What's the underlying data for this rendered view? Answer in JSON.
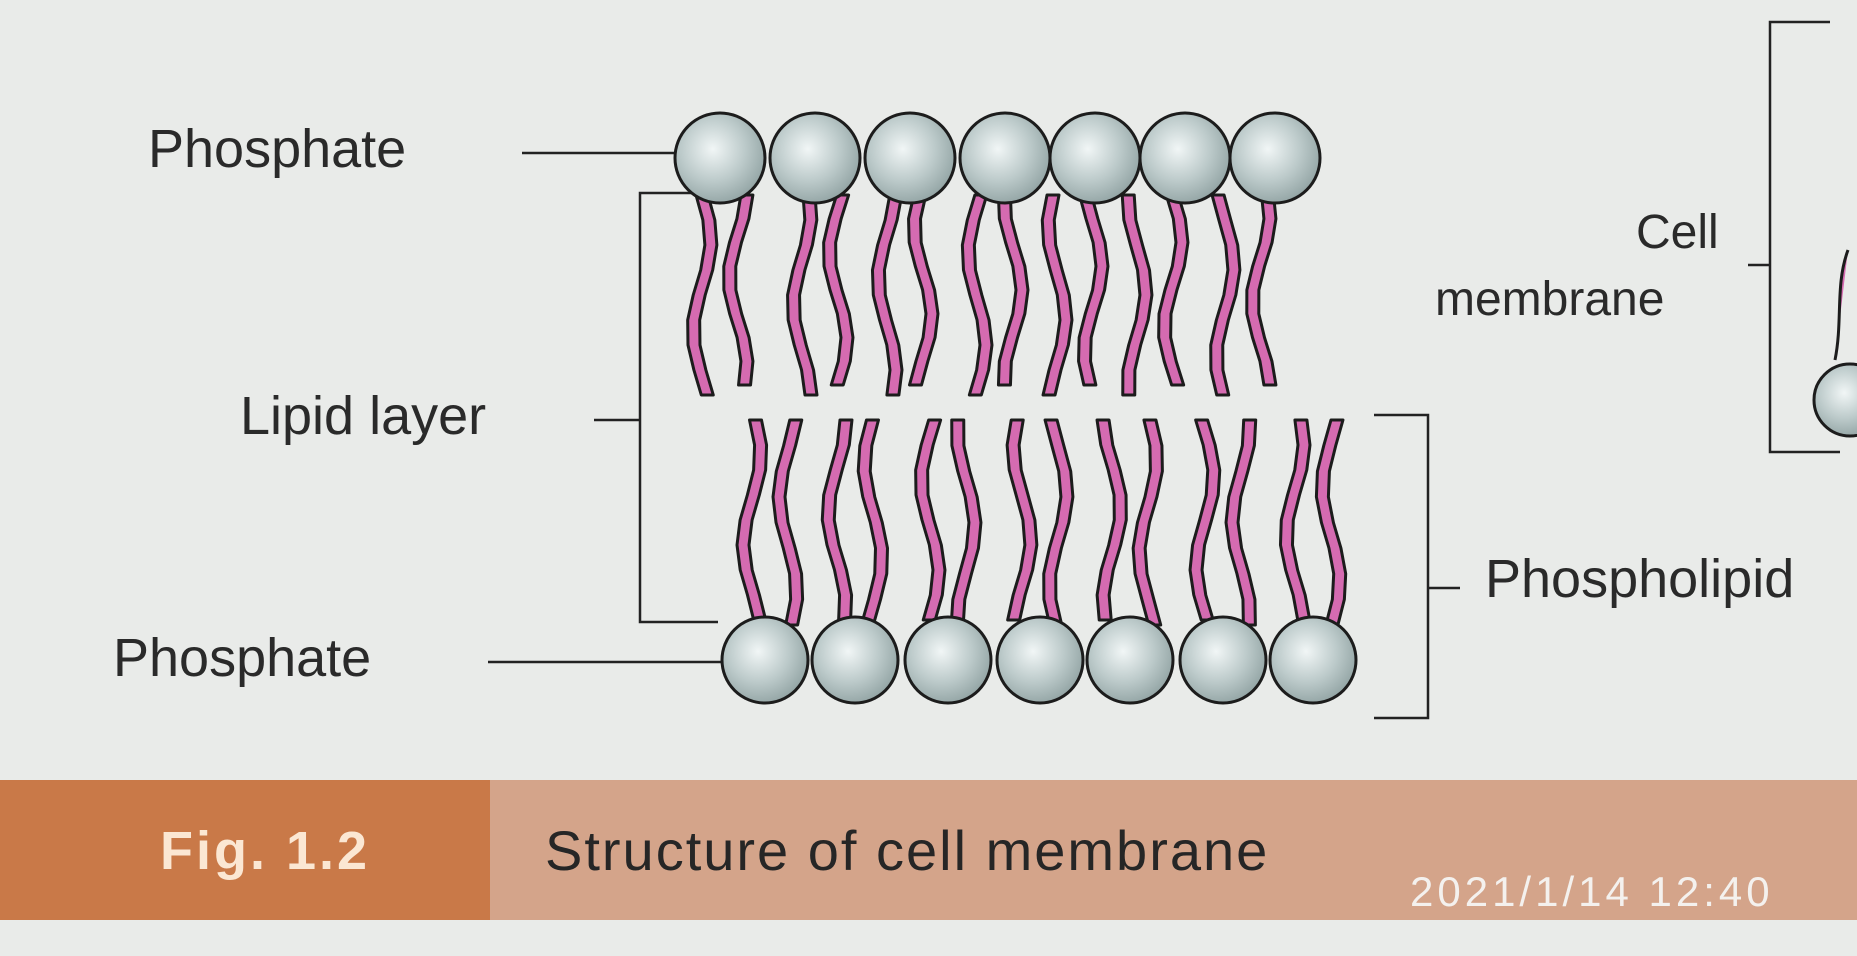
{
  "diagram": {
    "labels": {
      "phosphate_top": "Phosphate",
      "lipid_layer": "Lipid layer",
      "phosphate_bottom": "Phosphate",
      "cell_membrane_line1": "Cell",
      "cell_membrane_line2": "membrane",
      "phospholipid": "Phospholipid"
    },
    "colors": {
      "head_fill": "#b9c7c6",
      "tail_fill": "#d56bb1",
      "outline": "#1c1c1c",
      "caption_bar": "#d4a48a",
      "fig_box": "#c97948"
    }
  },
  "caption": {
    "fig_label": "Fig. 1.2",
    "text": "Structure of cell membrane"
  },
  "timestamp": "2021/1/14  12:40"
}
